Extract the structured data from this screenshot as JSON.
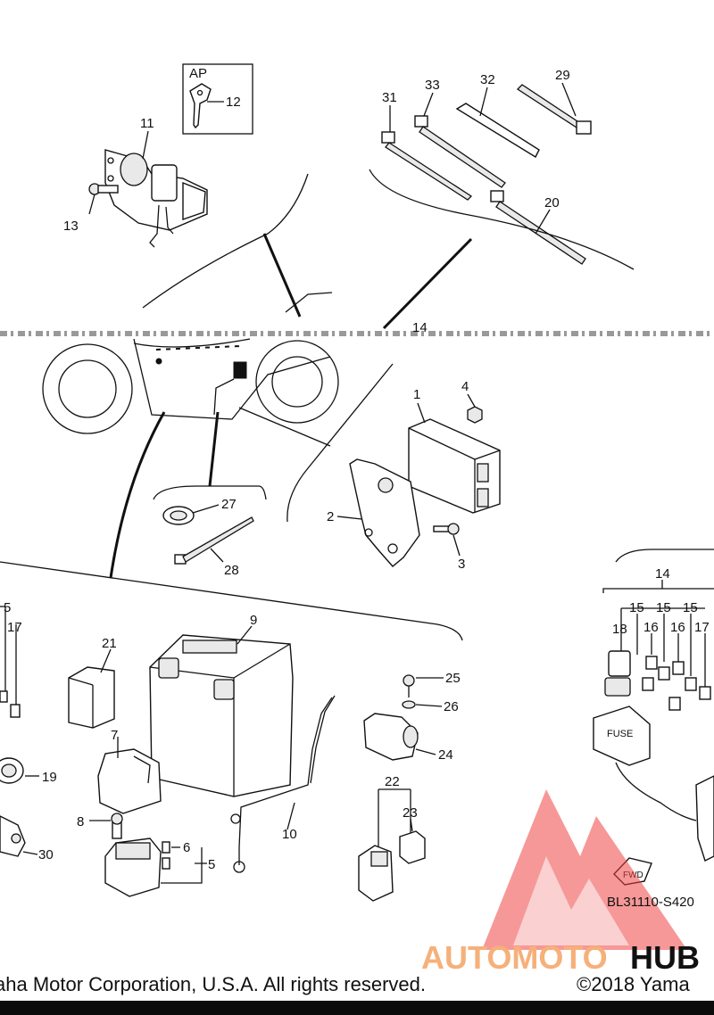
{
  "diagram": {
    "boxes": {
      "ap_box_label": "AP"
    },
    "callouts": [
      {
        "id": "p12",
        "label": "12"
      },
      {
        "id": "p11",
        "label": "11"
      },
      {
        "id": "p13",
        "label": "13"
      },
      {
        "id": "p31",
        "label": "31"
      },
      {
        "id": "p33",
        "label": "33"
      },
      {
        "id": "p32",
        "label": "32"
      },
      {
        "id": "p29",
        "label": "29"
      },
      {
        "id": "p20",
        "label": "20"
      },
      {
        "id": "p14top",
        "label": "14"
      },
      {
        "id": "p1",
        "label": "1"
      },
      {
        "id": "p4",
        "label": "4"
      },
      {
        "id": "p2",
        "label": "2"
      },
      {
        "id": "p3",
        "label": "3"
      },
      {
        "id": "p27",
        "label": "27"
      },
      {
        "id": "p28",
        "label": "28"
      },
      {
        "id": "p9",
        "label": "9"
      },
      {
        "id": "p21",
        "label": "21"
      },
      {
        "id": "p7",
        "label": "7"
      },
      {
        "id": "p8",
        "label": "8"
      },
      {
        "id": "p6",
        "label": "6"
      },
      {
        "id": "p5",
        "label": "5"
      },
      {
        "id": "p10",
        "label": "10"
      },
      {
        "id": "p25",
        "label": "25"
      },
      {
        "id": "p26",
        "label": "26"
      },
      {
        "id": "p24",
        "label": "24"
      },
      {
        "id": "p22",
        "label": "22"
      },
      {
        "id": "p23",
        "label": "23"
      },
      {
        "id": "p19",
        "label": "19"
      },
      {
        "id": "p30",
        "label": "30"
      },
      {
        "id": "pl5",
        "label": "5"
      },
      {
        "id": "pl17",
        "label": "17"
      },
      {
        "id": "p14",
        "label": "14"
      },
      {
        "id": "p18",
        "label": "18"
      },
      {
        "id": "p15a",
        "label": "15"
      },
      {
        "id": "p15b",
        "label": "15"
      },
      {
        "id": "p15c",
        "label": "15"
      },
      {
        "id": "p16a",
        "label": "16"
      },
      {
        "id": "p16b",
        "label": "16"
      },
      {
        "id": "p17r",
        "label": "17"
      }
    ],
    "fuse_label": "FUSE",
    "fwd_label": "FWD",
    "diagram_code": "BL31110-S420"
  },
  "watermark": {
    "part1": "AUTOMOTO",
    "part2": "HUB",
    "color1": "#f6b07a",
    "color2": "#111111",
    "logo_color": "#ee4444"
  },
  "footer": {
    "copyright_left": "aha Motor Corporation, U.S.A. All rights reserved.",
    "copyright_right": "©2018 Yama"
  }
}
